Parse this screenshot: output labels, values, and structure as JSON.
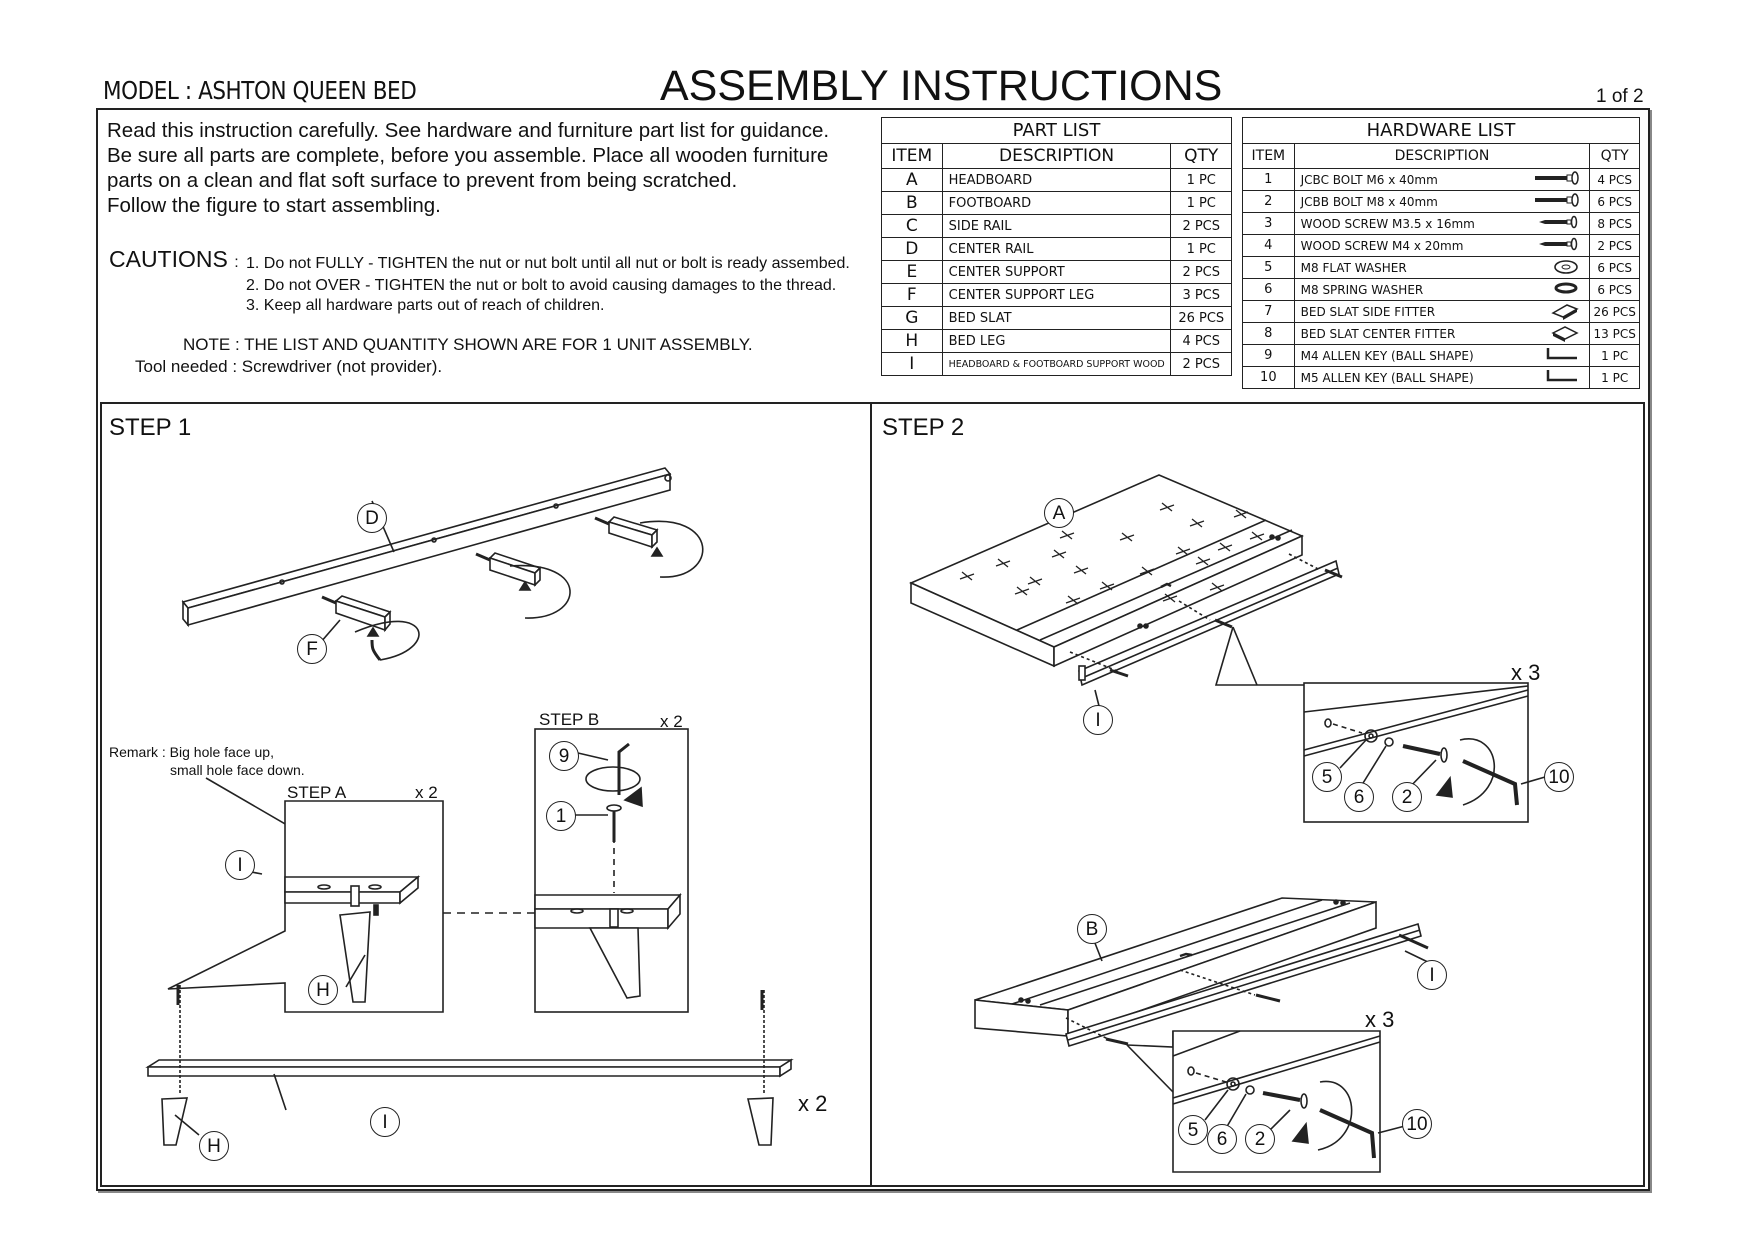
{
  "header": {
    "model": "MODEL : ASHTON QUEEN BED",
    "title": "ASSEMBLY INSTRUCTIONS",
    "page": "1 of 2"
  },
  "intro": {
    "lines": [
      "Read this instruction carefully. See hardware and furniture part list for guidance.",
      "Be sure all parts are complete, before you assemble. Place all wooden furniture",
      "parts on a clean and flat soft surface to prevent from being scratched.",
      "Follow the figure to start assembling."
    ]
  },
  "cautions": {
    "label": "CAUTIONS",
    "separator": ":",
    "items": [
      "1. Do not FULLY - TIGHTEN the nut or nut bolt until all nut or bolt is ready assembed.",
      "2. Do not OVER - TIGHTEN the nut or bolt to avoid causing damages to the thread.",
      "3. Keep all hardware parts out of reach of children."
    ],
    "note": "NOTE : THE LIST AND QUANTITY SHOWN ARE FOR 1 UNIT ASSEMBLY.",
    "tool": "Tool needed : Screwdriver (not provider)."
  },
  "part_list": {
    "title": "PART LIST",
    "columns": [
      "ITEM",
      "DESCRIPTION",
      "QTY"
    ],
    "rows": [
      {
        "item": "A",
        "description": "HEADBOARD",
        "qty": "1 PC"
      },
      {
        "item": "B",
        "description": "FOOTBOARD",
        "qty": "1 PC"
      },
      {
        "item": "C",
        "description": "SIDE RAIL",
        "qty": "2 PCS"
      },
      {
        "item": "D",
        "description": "CENTER RAIL",
        "qty": "1 PC"
      },
      {
        "item": "E",
        "description": "CENTER SUPPORT",
        "qty": "2 PCS"
      },
      {
        "item": "F",
        "description": "CENTER SUPPORT LEG",
        "qty": "3 PCS"
      },
      {
        "item": "G",
        "description": "BED SLAT",
        "qty": "26 PCS"
      },
      {
        "item": "H",
        "description": "BED LEG",
        "qty": "4 PCS"
      },
      {
        "item": "I",
        "description": "HEADBOARD & FOOTBOARD SUPPORT WOOD",
        "qty": "2 PCS"
      }
    ]
  },
  "hardware_list": {
    "title": "HARDWARE LIST",
    "columns": [
      "ITEM",
      "DESCRIPTION",
      "QTY"
    ],
    "rows": [
      {
        "item": "1",
        "description": "JCBC BOLT M6 x 40mm",
        "icon": "bolt-icon",
        "qty": "4 PCS"
      },
      {
        "item": "2",
        "description": "JCBB BOLT M8 x 40mm",
        "icon": "bolt-icon",
        "qty": "6 PCS"
      },
      {
        "item": "3",
        "description": "WOOD SCREW M3.5 x 16mm",
        "icon": "screw-icon",
        "qty": "8 PCS"
      },
      {
        "item": "4",
        "description": "WOOD SCREW M4 x 20mm",
        "icon": "screw-icon",
        "qty": "2 PCS"
      },
      {
        "item": "5",
        "description": "M8 FLAT WASHER",
        "icon": "flat-washer-icon",
        "qty": "6 PCS"
      },
      {
        "item": "6",
        "description": "M8 SPRING WASHER",
        "icon": "spring-washer-icon",
        "qty": "6 PCS"
      },
      {
        "item": "7",
        "description": "BED SLAT SIDE FITTER",
        "icon": "side-fitter-icon",
        "qty": "26 PCS"
      },
      {
        "item": "8",
        "description": "BED SLAT CENTER FITTER",
        "icon": "center-fitter-icon",
        "qty": "13 PCS"
      },
      {
        "item": "9",
        "description": "M4 ALLEN KEY (BALL SHAPE)",
        "icon": "allen-key-icon",
        "qty": "1 PC"
      },
      {
        "item": "10",
        "description": "M5 ALLEN KEY (BALL SHAPE)",
        "icon": "allen-key-icon",
        "qty": "1 PC"
      }
    ]
  },
  "step1": {
    "label": "STEP 1",
    "callouts": {
      "d": "D",
      "f": "F",
      "i_a": "I",
      "h_a": "H",
      "nine": "9",
      "one": "1",
      "i_main": "I",
      "h_main": "H"
    },
    "remark_lines": [
      "Remark : Big hole face up,",
      "small hole face down."
    ],
    "step_a": {
      "label": "STEP A",
      "times": "x 2"
    },
    "step_b": {
      "label": "STEP B",
      "times": "x 2"
    },
    "times_main": "x 2"
  },
  "step2": {
    "label": "STEP 2",
    "callouts": {
      "a": "A",
      "i_top": "I",
      "b": "B",
      "i_bottom": "I"
    },
    "detail_top": {
      "times": "x 3",
      "callouts": [
        "5",
        "6",
        "2",
        "10"
      ]
    },
    "detail_bottom": {
      "times": "x 3",
      "callouts": [
        "5",
        "6",
        "2",
        "10"
      ]
    }
  }
}
